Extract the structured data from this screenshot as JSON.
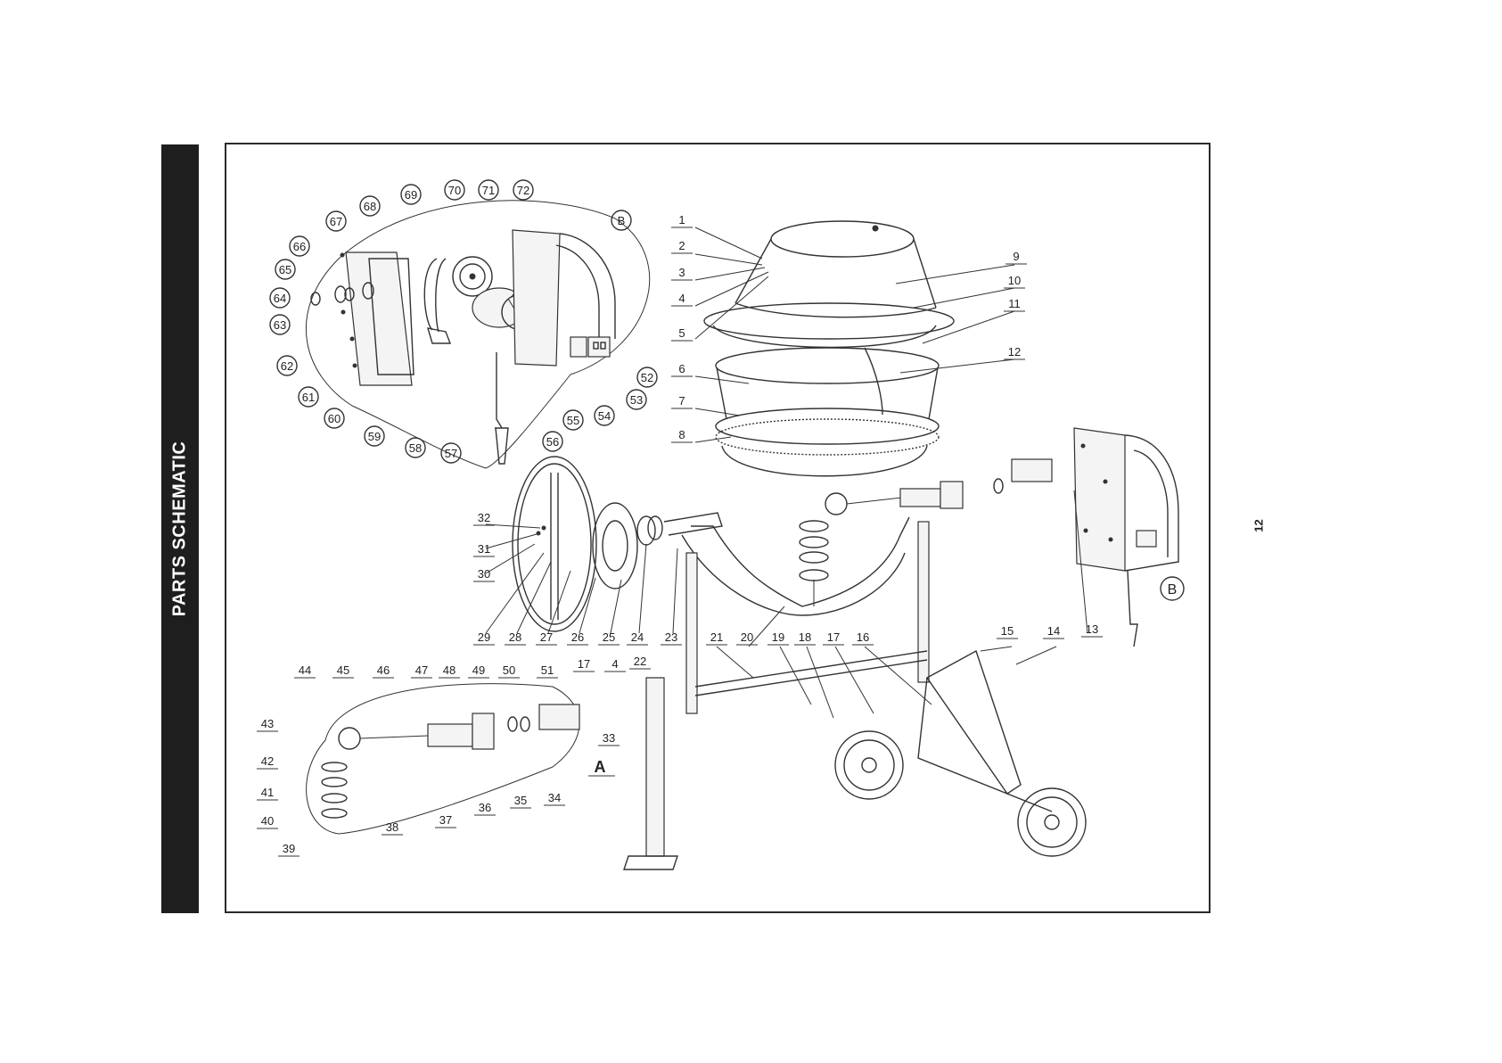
{
  "side_tab": {
    "label": "PARTS SCHEMATIC"
  },
  "page_number": "12",
  "detail_labels": {
    "a": "A",
    "b": "B"
  },
  "callouts_circled": [
    "72",
    "71",
    "70",
    "69",
    "68",
    "67",
    "66",
    "65",
    "64",
    "63",
    "62",
    "61",
    "60",
    "59",
    "58",
    "57",
    "56",
    "55",
    "54",
    "53",
    "52"
  ],
  "callouts_plain": [
    "1",
    "2",
    "3",
    "4",
    "5",
    "6",
    "7",
    "8",
    "9",
    "10",
    "11",
    "12",
    "13",
    "14",
    "15",
    "16",
    "17",
    "18",
    "19",
    "20",
    "21",
    "22",
    "23",
    "24",
    "25",
    "26",
    "27",
    "28",
    "29",
    "30",
    "31",
    "32",
    "33",
    "34",
    "35",
    "36",
    "37",
    "38",
    "39",
    "40",
    "41",
    "42",
    "43",
    "44",
    "45",
    "46",
    "47",
    "48",
    "49",
    "50",
    "51",
    "17b",
    "4b"
  ],
  "callout_text": {
    "1": "1",
    "2": "2",
    "3": "3",
    "4": "4",
    "5": "5",
    "6": "6",
    "7": "7",
    "8": "8",
    "9": "9",
    "10": "10",
    "11": "11",
    "12": "12",
    "13": "13",
    "14": "14",
    "15": "15",
    "16": "16",
    "17": "17",
    "18": "18",
    "19": "19",
    "20": "20",
    "21": "21",
    "22": "22",
    "23": "23",
    "24": "24",
    "25": "25",
    "26": "26",
    "27": "27",
    "28": "28",
    "29": "29",
    "30": "30",
    "31": "31",
    "32": "32",
    "33": "33",
    "34": "34",
    "35": "35",
    "36": "36",
    "37": "37",
    "38": "38",
    "39": "39",
    "40": "40",
    "41": "41",
    "42": "42",
    "43": "43",
    "44": "44",
    "45": "45",
    "46": "46",
    "47": "47",
    "48": "48",
    "49": "49",
    "50": "50",
    "51": "51",
    "52": "52",
    "53": "53",
    "54": "54",
    "55": "55",
    "56": "56",
    "57": "57",
    "58": "58",
    "59": "59",
    "60": "60",
    "61": "61",
    "62": "62",
    "63": "63",
    "64": "64",
    "65": "65",
    "66": "66",
    "67": "67",
    "68": "68",
    "69": "69",
    "70": "70",
    "71": "71",
    "72": "72",
    "17b": "17",
    "4b": "4"
  }
}
